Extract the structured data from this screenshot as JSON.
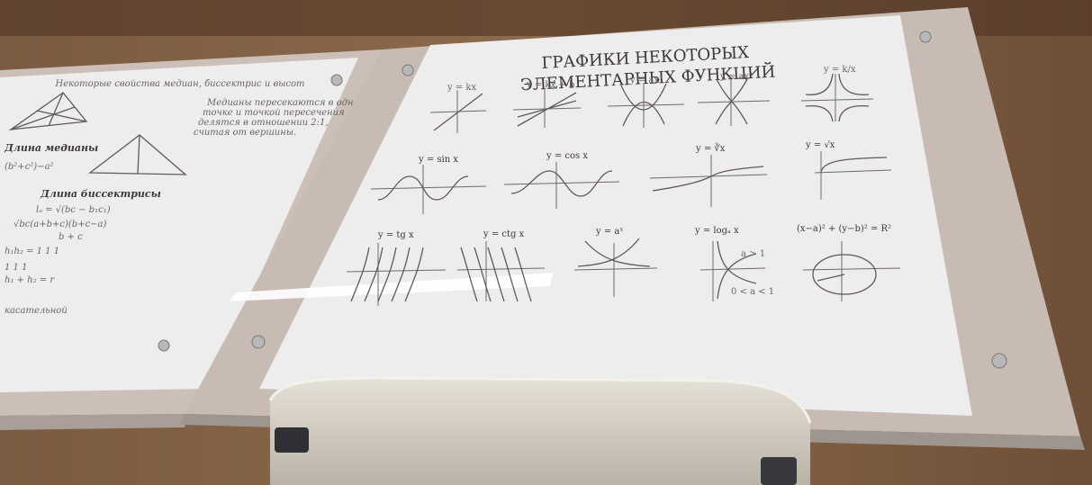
{
  "right_panel": {
    "title_line1": "ГРАФИКИ НЕКОТОРЫХ",
    "title_line2": "ЭЛЕМЕНТАРНЫХ ФУНКЦИЙ",
    "row2_labels": [
      "y = sin x",
      "y = cos x",
      "y = ∛x",
      "y = √x"
    ],
    "row3_labels": [
      "y = tg x",
      "y = ctg x",
      "y = aˣ",
      "y = logₐ x",
      "(x−a)² + (y−b)² = R²"
    ],
    "log_notes": [
      "a > 1",
      "0 < a < 1"
    ]
  },
  "left_panel": {
    "heading": "Некоторые свойства медиан, биссектрис и высот",
    "median_text": [
      "Медианы пересекаются в одной",
      "точке и точкой пересечения",
      "делятся в отношении 2:1,",
      "считая от вершины."
    ],
    "median_length_label": "Длина медианы",
    "bisector_length_label": "Длина биссектрисы",
    "tangent_label": "касательной"
  },
  "colors": {
    "wood": "#7a5a3f",
    "glass": "#ecebea",
    "frame": "#c9bdb6",
    "stand": "#d8d2c8"
  }
}
